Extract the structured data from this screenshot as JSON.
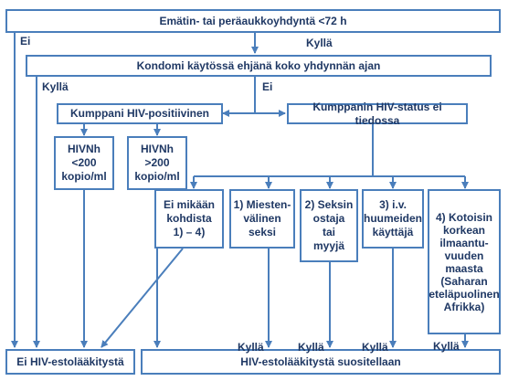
{
  "colors": {
    "line": "#4a7ebb",
    "text": "#1f3864",
    "background": "#ffffff"
  },
  "nodes": {
    "top": "Emätin- tai peräaukkoyhdyntä <72 h",
    "condom": "Kondomi käytössä ehjänä koko yhdynnän ajan",
    "partner_hiv_positive": "Kumppani HIV-positiivinen",
    "partner_status_unknown": "Kumppanin HIV-status ei tiedossa",
    "hivnh_low": "HIVNh\n<200\nkopio/ml",
    "hivnh_high": "HIVNh\n>200\nkopio/ml",
    "none_of_1_4": "Ei mikään\nkohdista\n1) – 4)",
    "msm": "1) Miesten-\nvälinen\nseksi",
    "sex_work": "2) Seksin\nostaja\ntai\nmyyjä",
    "iv_drugs": "3) i.v.\nhuumeiden\nkäyttäjä",
    "endemic": "4) Kotoisin\nkorkean\nilmaantu-\nvuuden\nmaasta\n(Saharan\neteläpuolinen\nAfrikka)",
    "no_prophylaxis": "Ei HIV-estolääkitystä",
    "prophylaxis_recommended": "HIV-estolääkitystä suositellaan"
  },
  "edge_labels": {
    "top_no": "Ei",
    "top_yes": "Kyllä",
    "condom_yes": "Kyllä",
    "condom_no": "Ei",
    "msm_yes": "Kyllä",
    "sex_work_yes": "Kyllä",
    "iv_drugs_yes": "Kyllä",
    "endemic_yes": "Kyllä"
  }
}
